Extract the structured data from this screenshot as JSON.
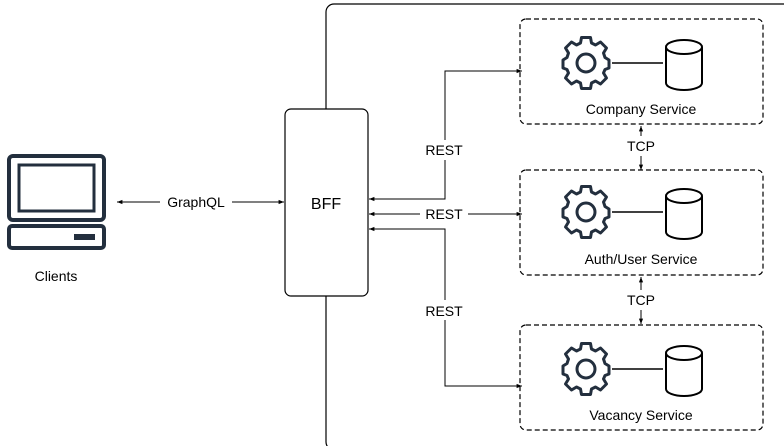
{
  "clients": {
    "label": "Clients"
  },
  "bff": {
    "label": "BFF"
  },
  "links": {
    "graphql": "GraphQL",
    "rest_company": "REST",
    "rest_auth": "REST",
    "rest_vacancy": "REST",
    "tcp_company_auth": "TCP",
    "tcp_auth_vacancy": "TCP"
  },
  "services": [
    {
      "label": "Company Service"
    },
    {
      "label": "Auth/User Service"
    },
    {
      "label": "Vacancy Service"
    }
  ],
  "colors": {
    "stroke": "#000000",
    "icon": "#232f3e",
    "background": "#ffffff"
  }
}
